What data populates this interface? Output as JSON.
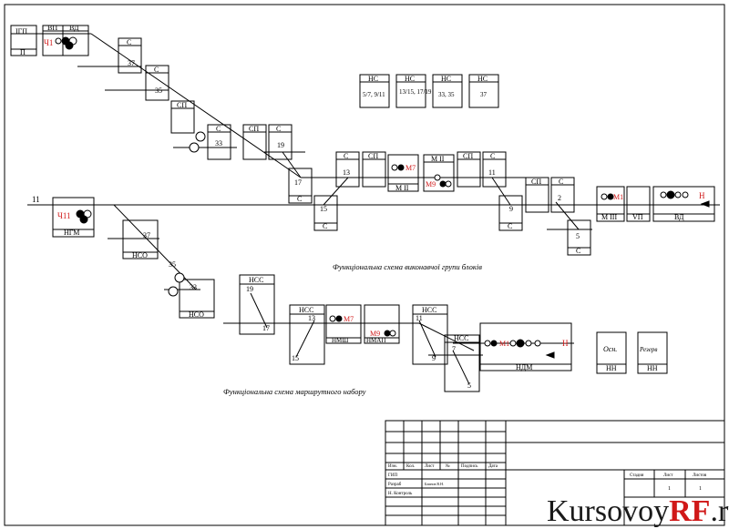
{
  "labels": {
    "igp": "ІГП",
    "p": "П",
    "vp": "ВП",
    "vd": "ВД",
    "ch1": "Ч1",
    "s": "С",
    "sp": "СП",
    "ns": "НС",
    "ngm": "НГМ",
    "nso": "НСО",
    "nss": "НСС",
    "nmsh": "НМШ",
    "nmap": "НМАП",
    "ndm": "НДМ",
    "nn": "НН",
    "mii": "М ІІ",
    "miii": "М ІІІ",
    "vii": "VП",
    "m7": "М7",
    "m9": "М9",
    "m1": "М1",
    "n": "Н",
    "ch11": "Ч11",
    "osn": "Осн.",
    "rezerv": "Резерв"
  },
  "numbers": {
    "n37": "37",
    "n35": "35",
    "n33": "33",
    "n19": "19",
    "n17": "17",
    "n15": "15",
    "n13": "13",
    "n11": "11",
    "n9": "9",
    "n7": "7",
    "n5": "5",
    "n2": "2"
  },
  "ns_boxes": [
    "5/7, 9/11",
    "13/15, 17/19",
    "33, 35",
    "37"
  ],
  "captions": {
    "exec": "Функціональна схема виконавчої групи блоків",
    "route": "Функціональна схема маршрутного набору"
  },
  "title_block": {
    "col_headers": [
      "Изм.",
      "Кол.",
      "Лист",
      "№",
      "Подпись",
      "Дата"
    ],
    "row_labels": [
      "ГИП",
      "Разраб",
      "Н. Контроль"
    ],
    "razrab_name": "Блинов В.Н.",
    "stage_headers": [
      "Стадия",
      "Лист",
      "Листов"
    ],
    "stage_values": [
      "",
      "1",
      "1"
    ]
  },
  "watermark": {
    "main": "Kursovoy",
    "accent": "RF",
    "suffix": ".ru"
  }
}
